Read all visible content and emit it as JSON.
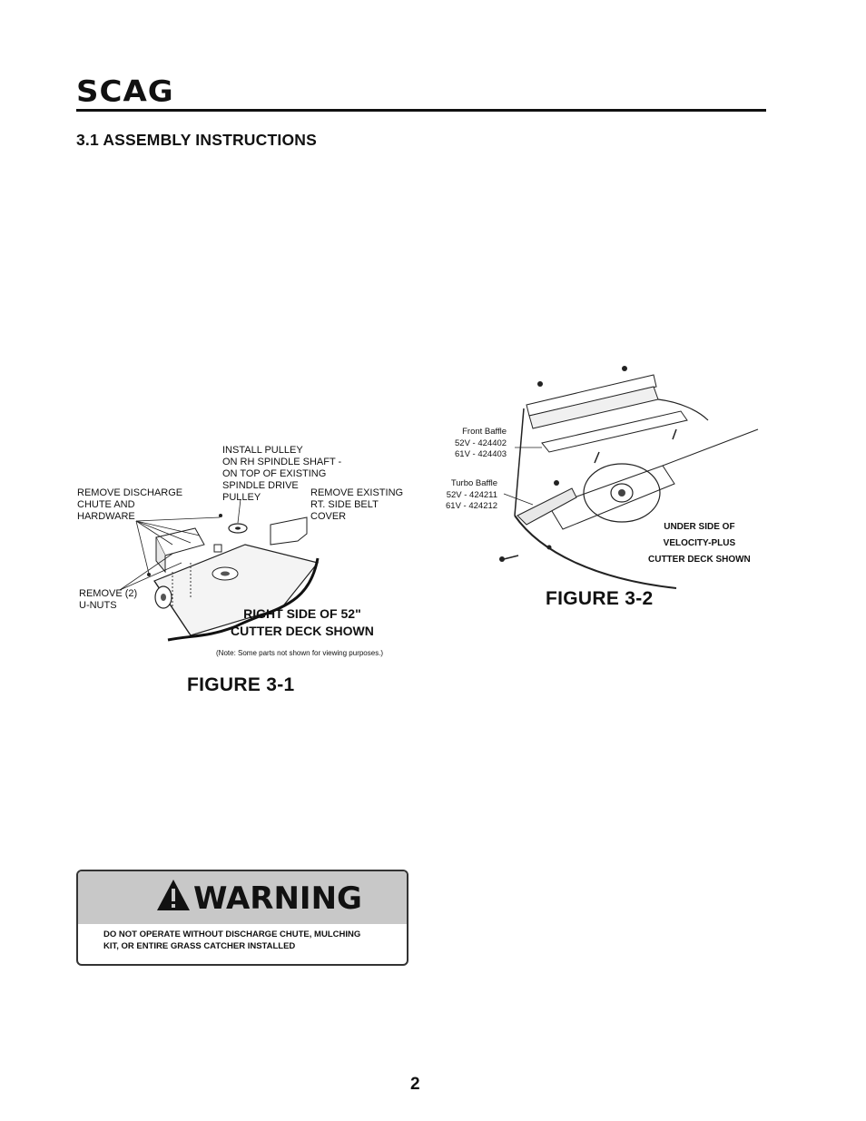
{
  "header": {
    "logo_text": "SCAG",
    "section_title": "3.1 ASSEMBLY INSTRUCTIONS"
  },
  "figure_3_1": {
    "caption": "FIGURE  3-1",
    "deck_caption": "RIGHT SIDE OF 52\"\nCUTTER DECK SHOWN",
    "note": "(Note: Some parts not shown for viewing purposes.)",
    "labels": {
      "install_pulley": "INSTALL PULLEY\nON RH SPINDLE SHAFT -\nON TOP OF EXISTING\nSPINDLE DRIVE\nPULLEY",
      "remove_discharge": "REMOVE DISCHARGE\nCHUTE AND\nHARDWARE",
      "remove_cover": "REMOVE EXISTING\nRT. SIDE BELT\nCOVER",
      "remove_unuts": "REMOVE (2)\nU-NUTS"
    }
  },
  "figure_3_2": {
    "caption": "FIGURE 3-2",
    "front_baffle": "Front Baffle\n52V - 424402\n61V - 424403",
    "turbo_baffle": "Turbo Baffle\n52V - 424211\n61V - 424212",
    "underside": "UNDER SIDE OF\nVELOCITY-PLUS\nCUTTER DECK SHOWN"
  },
  "warning": {
    "title": "WARNING",
    "icon": "warning-triangle-icon",
    "text": "DO NOT OPERATE WITHOUT DISCHARGE CHUTE, MULCHING\nKIT, OR ENTIRE GRASS CATCHER INSTALLED"
  },
  "footer": {
    "page_number": "2"
  }
}
